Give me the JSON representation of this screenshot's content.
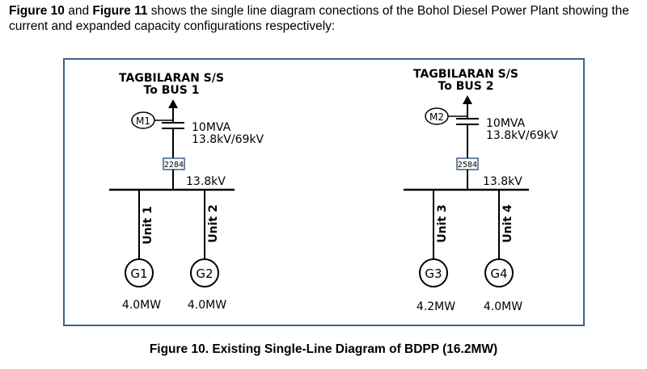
{
  "intro": {
    "fig10": "Figure 10",
    "and": " and ",
    "fig11": "Figure 11",
    "rest": " shows the single line diagram conections of the Bohol Diesel Power Plant showing the current and expanded capacity configurations respectively:"
  },
  "left": {
    "ss_line1": "TAGBILARAN S/S",
    "ss_line2": "To BUS 1",
    "motor": "M1",
    "xfmr_rating": "10MVA",
    "xfmr_voltage": "13.8kV/69kV",
    "breaker": "2284",
    "bus_voltage": "13.8kV",
    "units": [
      {
        "unit": "Unit 1",
        "gen": "G1",
        "rating": "4.0MW"
      },
      {
        "unit": "Unit 2",
        "gen": "G2",
        "rating": "4.0MW"
      }
    ]
  },
  "right": {
    "ss_line1": "TAGBILARAN S/S",
    "ss_line2": "To BUS 2",
    "motor": "M2",
    "xfmr_rating": "10MVA",
    "xfmr_voltage": "13.8kV/69kV",
    "breaker": "2584",
    "bus_voltage": "13.8kV",
    "units": [
      {
        "unit": "Unit 3",
        "gen": "G3",
        "rating": "4.2MW"
      },
      {
        "unit": "Unit 4",
        "gen": "G4",
        "rating": "4.0MW"
      }
    ]
  },
  "caption": "Figure 10. Existing Single-Line Diagram of BDPP (16.2MW)",
  "colors": {
    "box_border": "#3e5f8a",
    "breaker_border": "#3e5f8a"
  }
}
